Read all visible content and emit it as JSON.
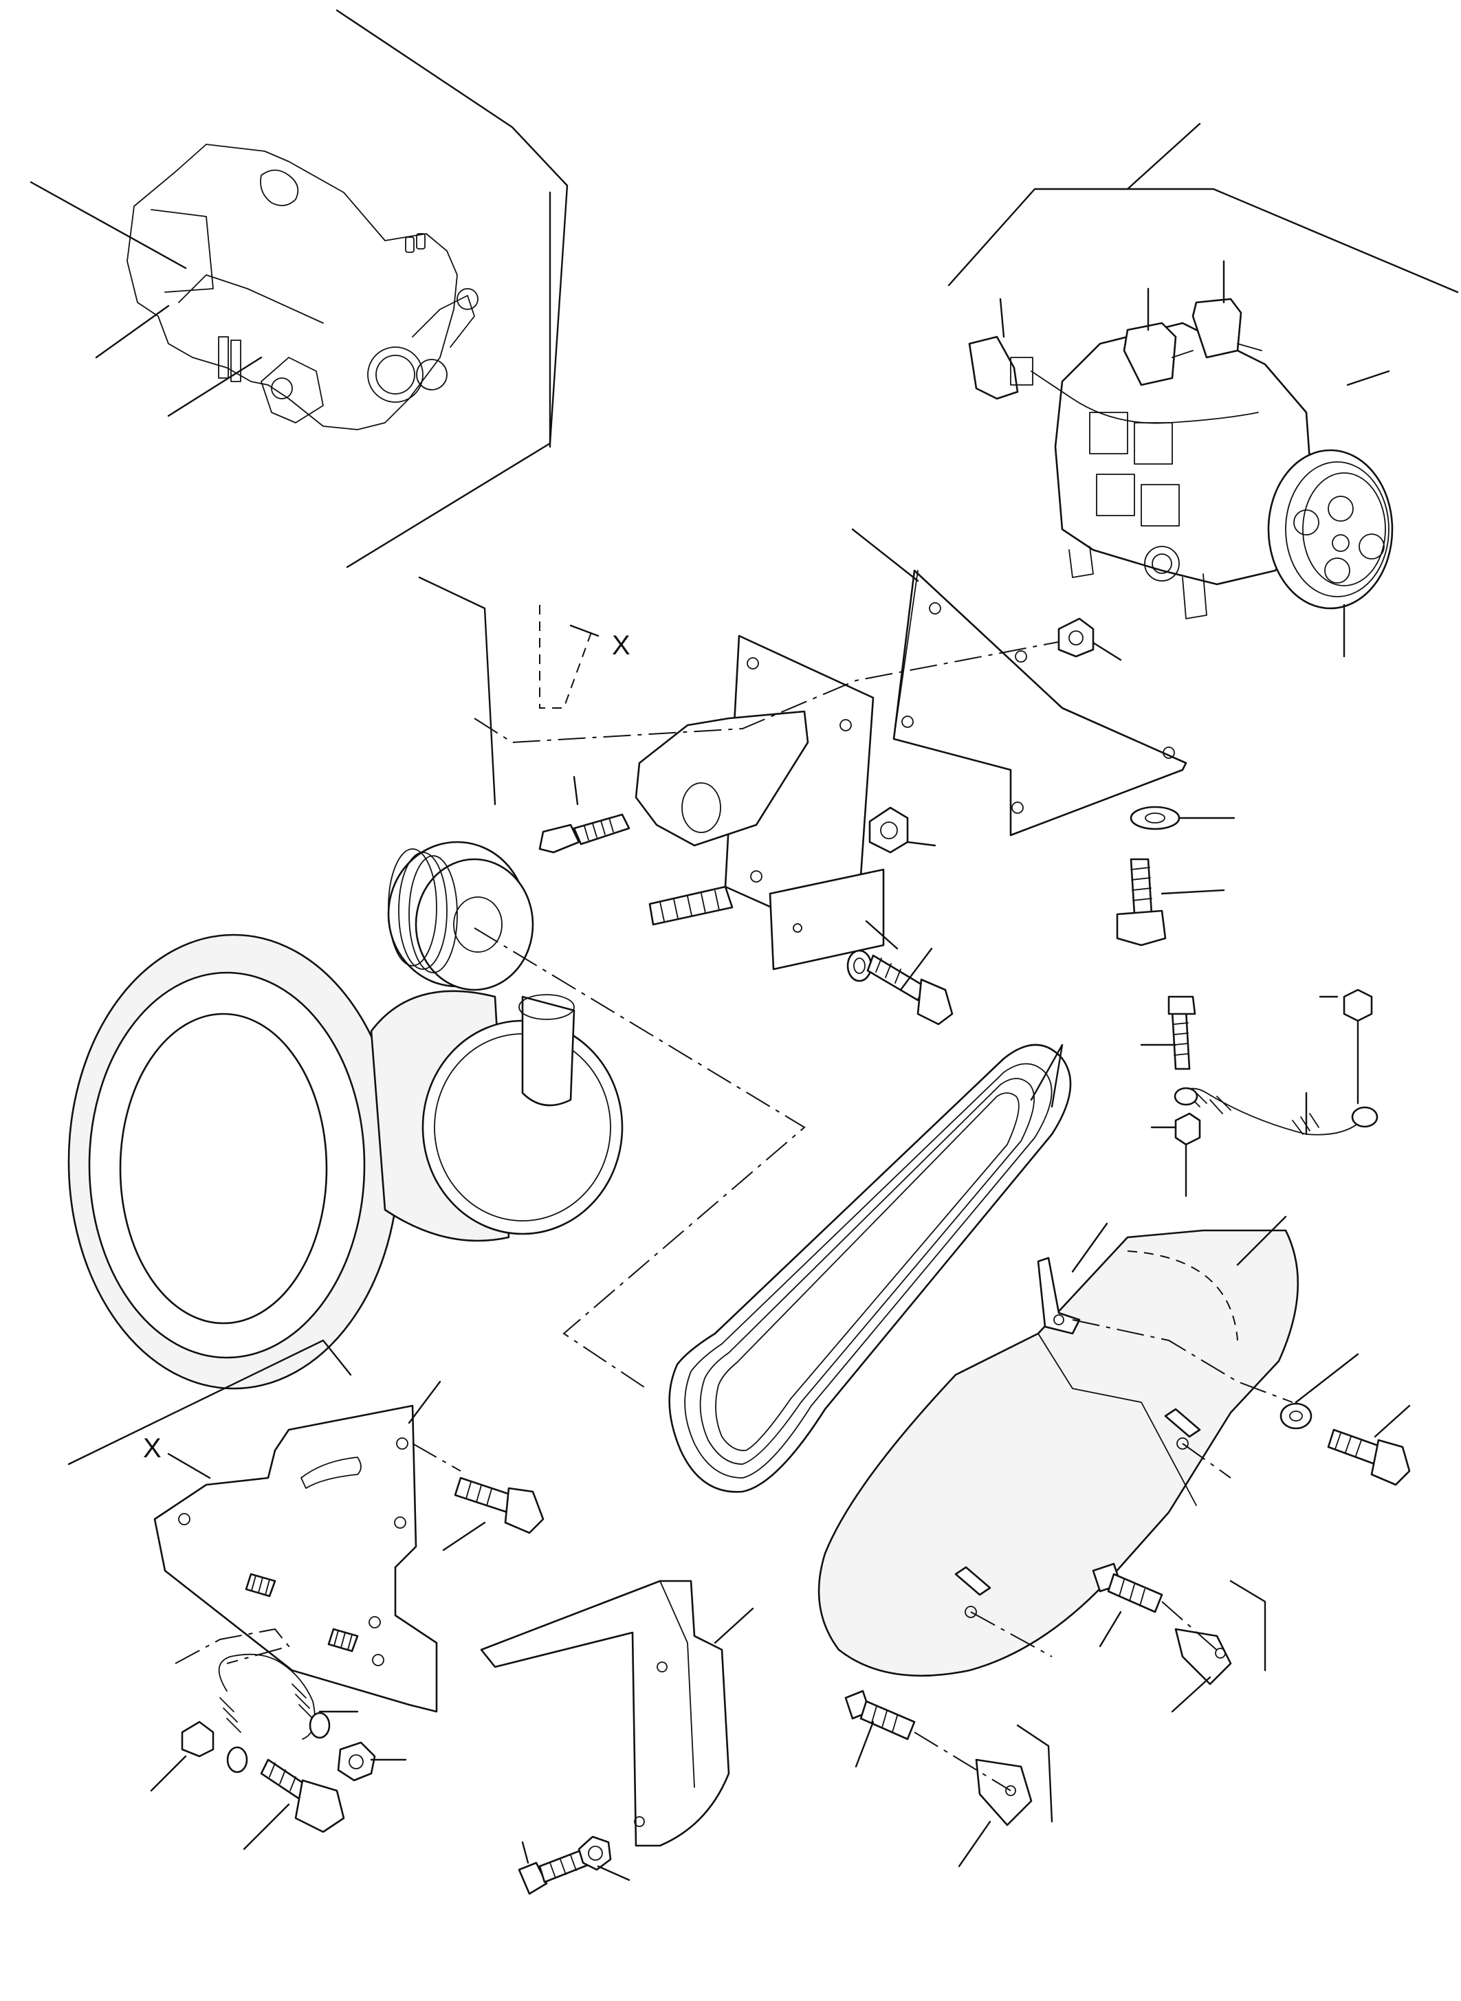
{
  "diagram": {
    "reference_marks": [
      {
        "id": "x-top",
        "label": "X"
      },
      {
        "id": "x-bracket",
        "label": "X"
      }
    ]
  }
}
